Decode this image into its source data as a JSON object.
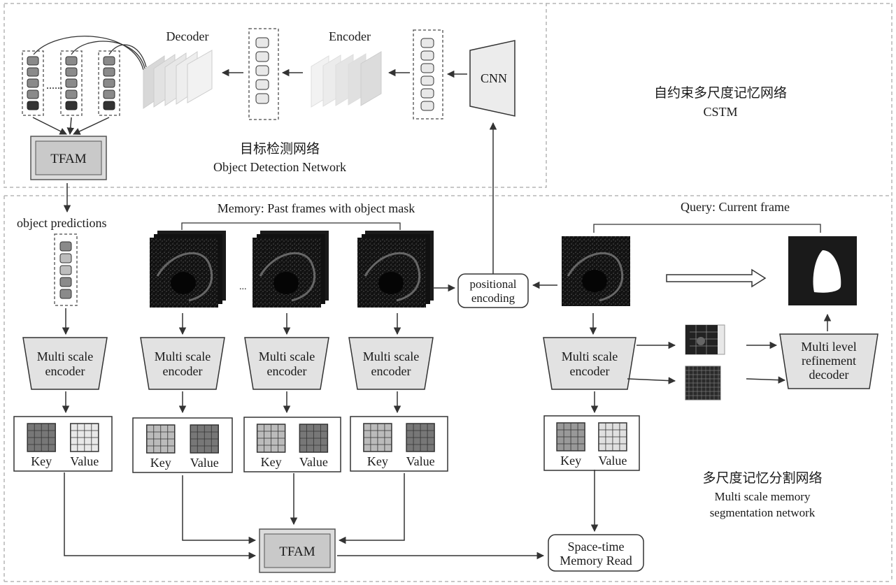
{
  "top_region": {
    "decoder_label": "Decoder",
    "encoder_label": "Encoder",
    "cnn_label": "CNN",
    "tfam_label": "TFAM",
    "dots": "......",
    "network_title_cn": "目标检测网络",
    "network_title_en": "Object Detection Network"
  },
  "cstm": {
    "title_cn": "自约束多尺度记忆网络",
    "title_en": "CSTM"
  },
  "bottom_region": {
    "object_predictions": "object predictions",
    "memory_label": "Memory: Past frames with object mask",
    "query_label": "Query: Current frame",
    "ellipsis": "...",
    "positional_encoding_line1": "positional",
    "positional_encoding_line2": "encoding",
    "encoder_line1": "Multi scale",
    "encoder_line2": "encoder",
    "key_label": "Key",
    "value_label": "Value",
    "tfam_label": "TFAM",
    "memory_read_line1": "Space-time",
    "memory_read_line2": "Memory Read",
    "decoder_line1": "Multi level",
    "decoder_line2": "refinement",
    "decoder_line3": "decoder",
    "network_title_cn": "多尺度记忆分割网络",
    "network_title_en_line1": "Multi scale memory",
    "network_title_en_line2": "segmentation network"
  }
}
